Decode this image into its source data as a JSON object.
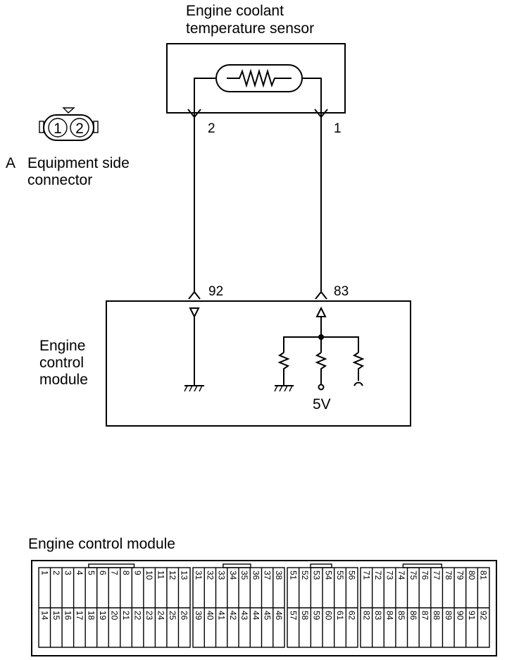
{
  "sensor": {
    "title_line1": "Engine coolant",
    "title_line2": "temperature sensor",
    "pin_left": "2",
    "pin_right": "1"
  },
  "connector": {
    "pin_a": "1",
    "pin_b": "2",
    "letter": "A",
    "caption_line1": "Equipment side",
    "caption_line2": "connector"
  },
  "ecm": {
    "label_line1": "Engine",
    "label_line2": "control",
    "label_line3": "module",
    "pin_left": "92",
    "pin_right": "83",
    "voltage": "5V"
  },
  "terminal_panel": {
    "title": "Engine control module",
    "blocks": [
      {
        "top": [
          "1",
          "2",
          "3",
          "4",
          "5",
          "6",
          "7",
          "8",
          "9",
          "10",
          "11",
          "12",
          "13"
        ],
        "bottom": [
          "14",
          "15",
          "16",
          "17",
          "18",
          "19",
          "20",
          "21",
          "22",
          "23",
          "24",
          "25",
          "26"
        ]
      },
      {
        "top": [
          "31",
          "32",
          "33",
          "34",
          "35",
          "36",
          "37",
          "38"
        ],
        "bottom": [
          "39",
          "40",
          "41",
          "42",
          "43",
          "44",
          "45",
          "46"
        ]
      },
      {
        "top": [
          "51",
          "52",
          "53",
          "54",
          "55",
          "56"
        ],
        "bottom": [
          "57",
          "58",
          "59",
          "60",
          "61",
          "62"
        ]
      },
      {
        "top": [
          "71",
          "72",
          "73",
          "74",
          "75",
          "76",
          "77",
          "78",
          "79",
          "80",
          "81"
        ],
        "bottom": [
          "82",
          "83",
          "84",
          "85",
          "86",
          "87",
          "88",
          "89",
          "90",
          "91",
          "92"
        ]
      }
    ]
  }
}
